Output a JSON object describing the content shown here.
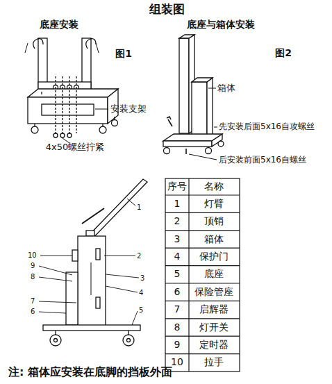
{
  "diagram": {
    "title": "组装图",
    "labels": [
      "底座安装",
      "底座与箱体安装",
      "图1",
      "图2",
      "安装支架",
      "4x50螺丝拧紧",
      "箱体",
      "先安装后面5x16自攻螺丝",
      "后安装前面5x16自螺丝",
      "序号",
      "名称",
      "1",
      "灯臂",
      "2",
      "顶销",
      "3",
      "箱体",
      "4",
      "保护门",
      "5",
      "底座",
      "6",
      "保险管座",
      "7",
      "启辉器",
      "8",
      "灯开关",
      "9",
      "定时器",
      "10",
      "拉手",
      "1",
      "10",
      "2",
      "9",
      "8",
      "3",
      "4",
      "7",
      "6",
      "5",
      "注: 箱体应安装在底脚的挡板外面"
    ]
  }
}
